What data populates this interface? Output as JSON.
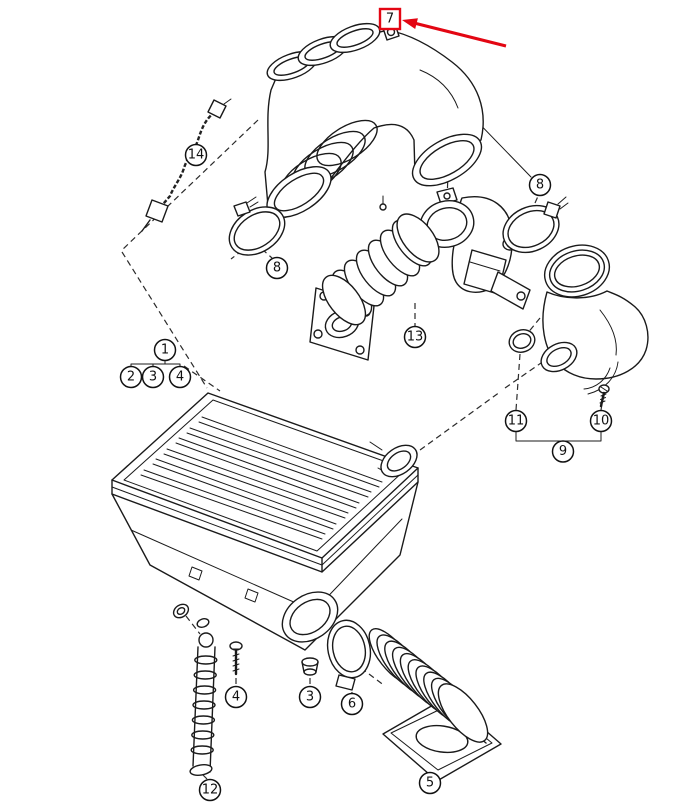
{
  "diagram": {
    "background_color": "#ffffff",
    "line_color": "#1a1a1a",
    "highlight_color": "#e30613",
    "callouts": {
      "c1": "1",
      "c2": "2",
      "c3_top": "3",
      "c4_top": "4",
      "c5": "5",
      "c6": "6",
      "c7": "7",
      "c8_left": "8",
      "c8_right": "8",
      "c9": "9",
      "c10": "10",
      "c11": "11",
      "c12": "12",
      "c13": "13",
      "c14": "14",
      "c3_bottom": "3",
      "c4_bottom": "4"
    }
  }
}
